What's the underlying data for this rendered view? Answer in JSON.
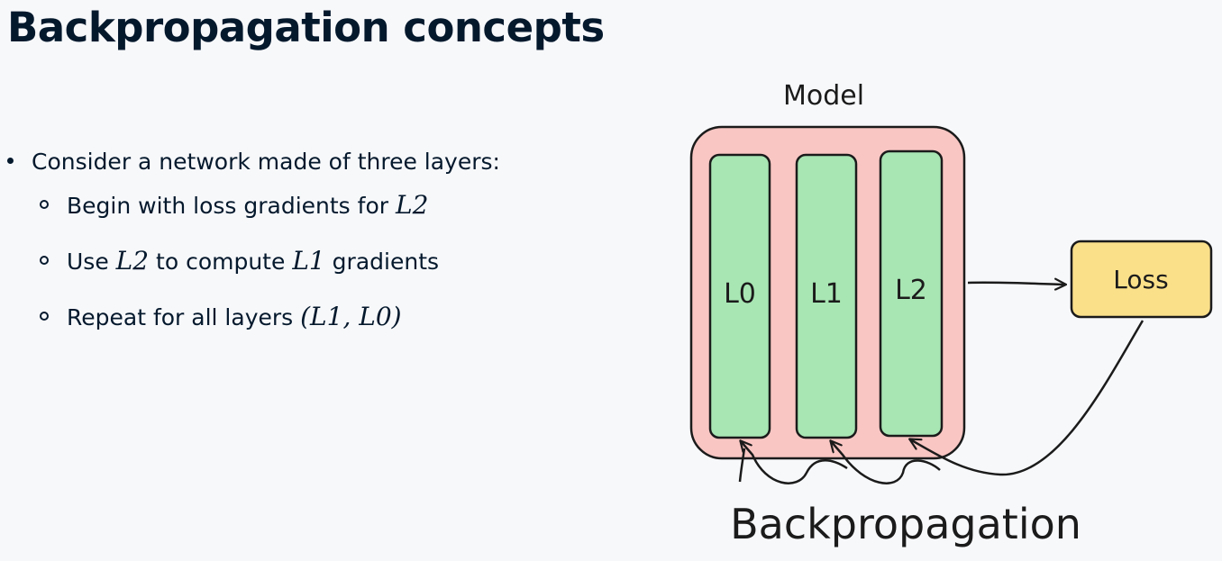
{
  "title": "Backpropagation concepts",
  "bullets": {
    "main": "Consider a network made of three layers:",
    "sub1": {
      "prefix": "Begin with loss gradients for ",
      "math": "L2"
    },
    "sub2": {
      "prefix": "Use ",
      "math1": "L2",
      "middle": " to compute ",
      "math2": "L1",
      "suffix": " gradients"
    },
    "sub3": {
      "prefix": "Repeat for all layers ",
      "math": "(L1, L0)"
    }
  },
  "diagram": {
    "model_label": "Model",
    "layers": [
      "L0",
      "L1",
      "L2"
    ],
    "loss_label": "Loss",
    "backprop_label": "Backpropagation",
    "colors": {
      "model_fill": "#f9c6c3",
      "layer_fill": "#a8e6b4",
      "loss_fill": "#fbe08a",
      "stroke": "#1b1b1b"
    }
  }
}
